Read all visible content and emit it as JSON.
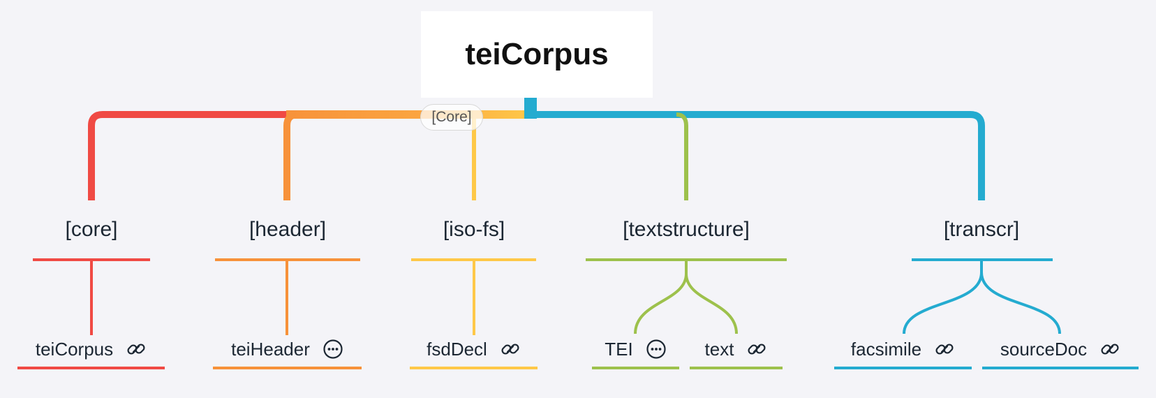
{
  "root": {
    "label": "teiCorpus",
    "tag": "[Core]"
  },
  "colors": {
    "core": "#f04a44",
    "header": "#f7923a",
    "isofs": "#fec848",
    "textstructure": "#9dc14c",
    "transcr": "#24abd0"
  },
  "groups": [
    {
      "id": "core",
      "label": "[core]",
      "leaves": [
        {
          "label": "teiCorpus",
          "icon": "link-icon"
        }
      ]
    },
    {
      "id": "header",
      "label": "[header]",
      "leaves": [
        {
          "label": "teiHeader",
          "icon": "more-icon"
        }
      ]
    },
    {
      "id": "isofs",
      "label": "[iso-fs]",
      "leaves": [
        {
          "label": "fsdDecl",
          "icon": "link-icon"
        }
      ]
    },
    {
      "id": "textstructure",
      "label": "[textstructure]",
      "leaves": [
        {
          "label": "TEI",
          "icon": "more-icon"
        },
        {
          "label": "text",
          "icon": "link-icon"
        }
      ]
    },
    {
      "id": "transcr",
      "label": "[transcr]",
      "leaves": [
        {
          "label": "facsimile",
          "icon": "link-icon"
        },
        {
          "label": "sourceDoc",
          "icon": "link-icon"
        }
      ]
    }
  ]
}
